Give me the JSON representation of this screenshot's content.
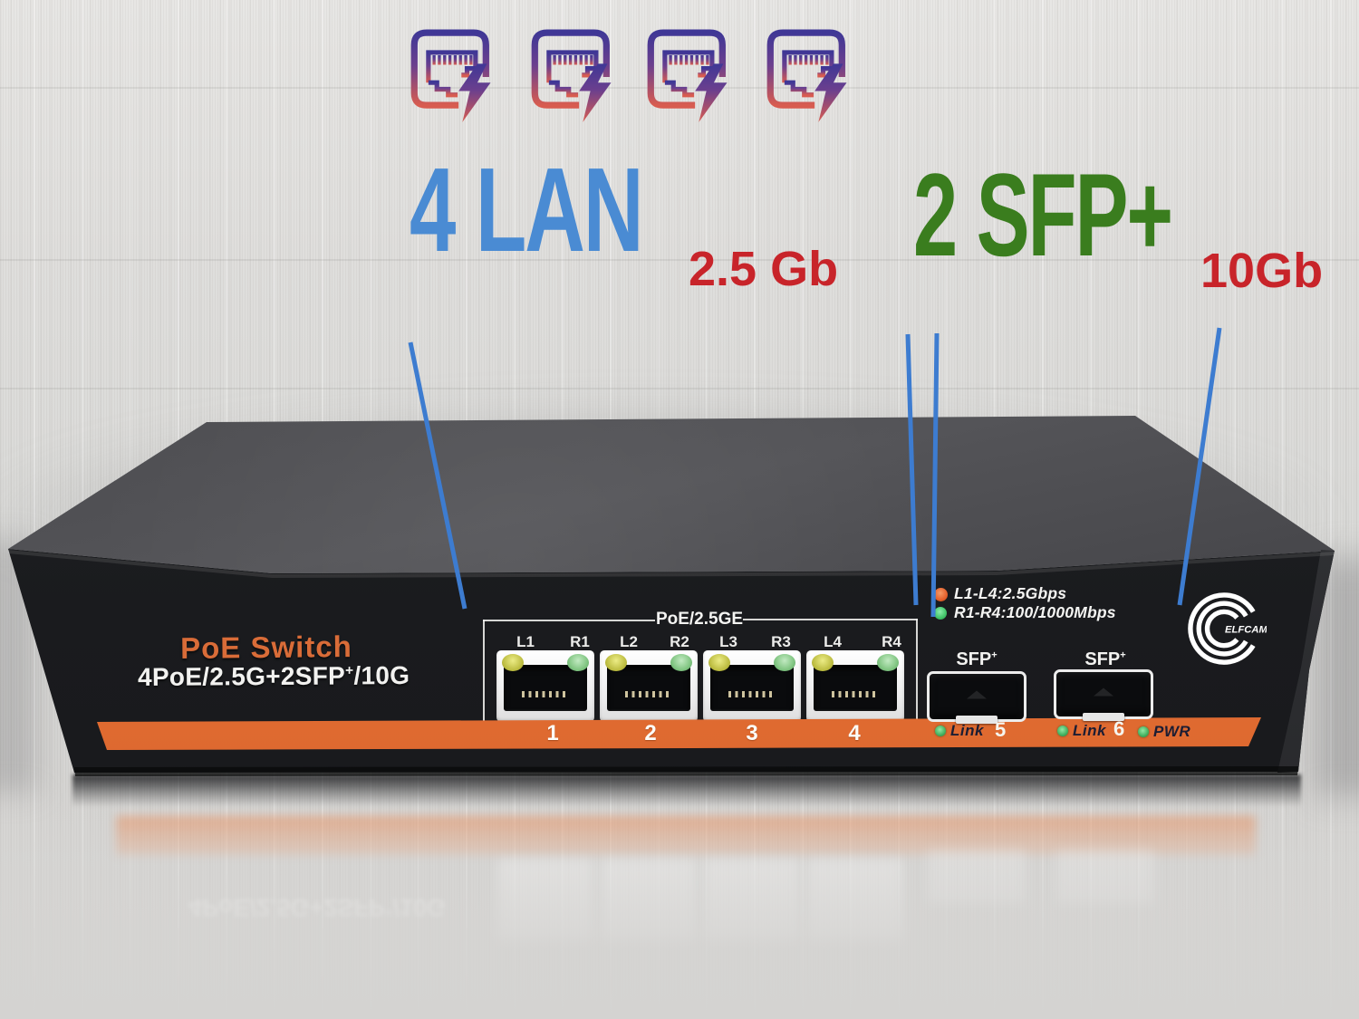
{
  "callouts": {
    "lan": {
      "title": "4 LAN",
      "speed": "2.5 Gb"
    },
    "sfp": {
      "title": "2 SFP+",
      "speed": "10Gb"
    },
    "icon": "rj45-port-with-lightning"
  },
  "switch": {
    "brand_title": "PoE Switch",
    "model": {
      "prefix": "4PoE/2.5G+2SFP",
      "sup": "+",
      "suffix": "/10G"
    },
    "port_group": {
      "label": "PoE/2.5GE",
      "port_labels": [
        "L1",
        "R1",
        "L2",
        "R2",
        "L3",
        "R3",
        "L4",
        "R4"
      ],
      "port_numbers": [
        "1",
        "2",
        "3",
        "4"
      ]
    },
    "legend": {
      "row1": {
        "text": "L1-L4:2.5Gbps",
        "dot_color": "#e4602c"
      },
      "row2": {
        "text": "R1-R4:100/1000Mbps",
        "dot_color": "#40c468"
      }
    },
    "sfp_port": {
      "base": "SFP",
      "sup": "+"
    },
    "status": {
      "link5": "Link",
      "num5": "5",
      "link6": "Link",
      "num6": "6",
      "pwr": "PWR"
    },
    "logo": "ELFCAM"
  },
  "colors": {
    "lan_blue": "#4a8bd3",
    "sfp_green": "#3a7d1e",
    "speed_red": "#c8242a",
    "pointer_blue": "#3d7cd0",
    "stripe_orange": "#e8743a",
    "brand_orange": "#d96c38",
    "icon_gradient_top": "#3f3796",
    "icon_gradient_bottom": "#d85c50"
  }
}
